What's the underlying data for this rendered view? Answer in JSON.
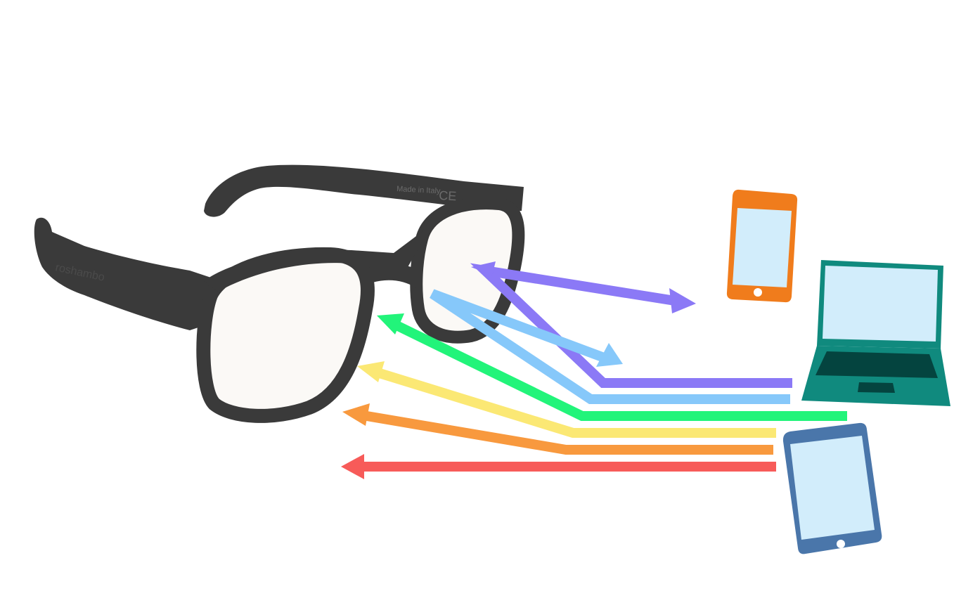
{
  "glasses": {
    "arm_text": "Made in Italy",
    "ce_mark": "CE",
    "temple_text": "roshambo",
    "frame_color": "#3a3a3a",
    "lens_color": "#fbf9f6"
  },
  "devices": {
    "phone": {
      "icon": "smartphone-icon",
      "body_color": "#f07c1c",
      "screen_color": "#d2edfb"
    },
    "laptop": {
      "icon": "laptop-icon",
      "body_color": "#108a7e",
      "screen_color": "#d2edfb",
      "keyboard_color": "#04443f"
    },
    "tablet": {
      "icon": "tablet-icon",
      "body_color": "#4a76aa",
      "screen_color": "#d2edfb"
    }
  },
  "light_rays": [
    {
      "name": "violet",
      "color": "#8b79f6",
      "direction": "reflected"
    },
    {
      "name": "blue",
      "color": "#86c8fa",
      "direction": "reflected"
    },
    {
      "name": "green",
      "color": "#22f47a",
      "direction": "transmitted"
    },
    {
      "name": "yellow",
      "color": "#fbe874",
      "direction": "transmitted"
    },
    {
      "name": "orange",
      "color": "#f8993e",
      "direction": "transmitted"
    },
    {
      "name": "red",
      "color": "#f75b59",
      "direction": "transmitted"
    }
  ]
}
